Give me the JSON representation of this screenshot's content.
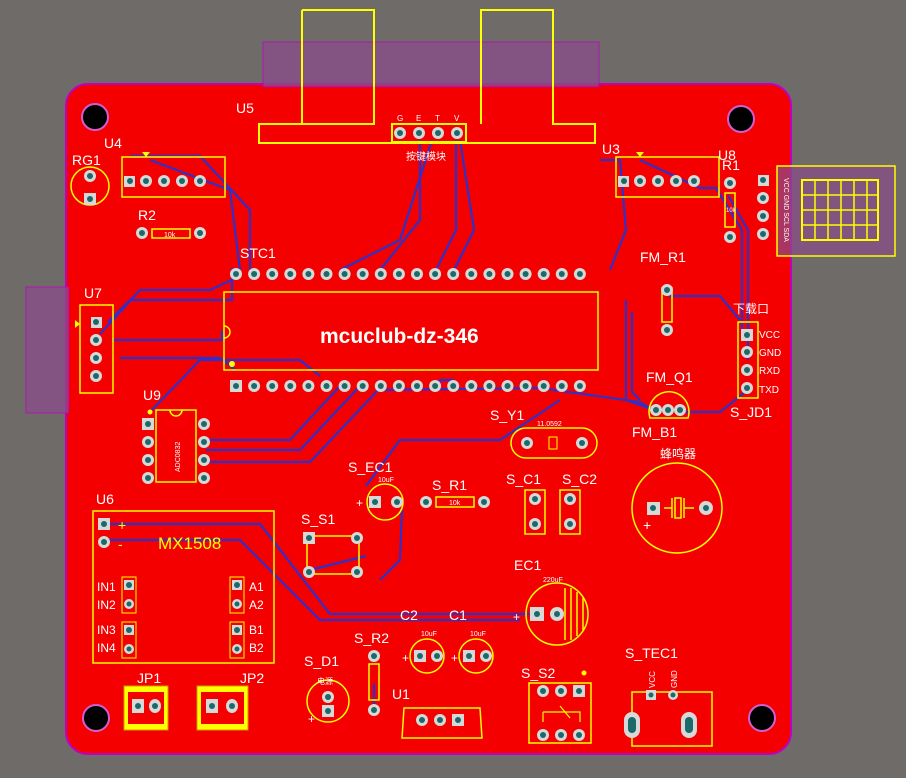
{
  "colors": {
    "background": "#6f6b68",
    "board": "#f40000",
    "outline": "#c000c0",
    "silk": "#ffff00",
    "trace": "#3030c8",
    "pad_ring": "#d8d8d8",
    "pad_hole": "#1a6a6a",
    "text": "#ffffff"
  },
  "labels": {
    "u5": "U5",
    "u4": "U4",
    "rg1": "RG1",
    "r2": "R2",
    "r2_value": "10k",
    "u3": "U3",
    "u8": "U8",
    "r1": "R1",
    "r1_value": "10k",
    "stc1": "STC1",
    "mcu_text": "mcuclub-dz-346",
    "fm_r1": "FM_R1",
    "u7": "U7",
    "download_port": "下载口",
    "vcc": "VCC",
    "gnd": "GND",
    "rxd": "RXD",
    "txd": "TXD",
    "s_jd1": "S_JD1",
    "fm_q1": "FM_Q1",
    "fm_b1": "FM_B1",
    "buzzer": "蜂鸣器",
    "u9": "U9",
    "adc": "ADC0832",
    "s_y1": "S_Y1",
    "crystal": "11.0592",
    "s_ec1": "S_EC1",
    "ec_10uf": "10uF",
    "s_r1": "S_R1",
    "s_r1_value": "10k",
    "s_c1": "S_C1",
    "s_c2": "S_C2",
    "u6": "U6",
    "mx": "MX1508",
    "plus": "+",
    "minus": "-",
    "in1": "IN1",
    "in2": "IN2",
    "in3": "IN3",
    "in4": "IN4",
    "a1": "A1",
    "a2": "A2",
    "b1": "B1",
    "b2": "B2",
    "s_s1": "S_S1",
    "c2": "C2",
    "c1": "C1",
    "ec1": "EC1",
    "ec1_value": "220uF",
    "s_r2": "S_R2",
    "c2_value": "10uF",
    "c1_value": "10uF",
    "s_d1": "S_D1",
    "s_d1_text": "电源",
    "u1": "U1",
    "s_s2": "S_S2",
    "s_tec1": "S_TEC1",
    "jp1": "JP1",
    "jp2": "JP2",
    "u5_pins": [
      "G",
      "E",
      "T",
      "V"
    ],
    "u5_cn": "按键模块",
    "u8_pins": "VCC GND SCL SDA",
    "tec_vcc": "VCC",
    "tec_gnd": "GND"
  }
}
